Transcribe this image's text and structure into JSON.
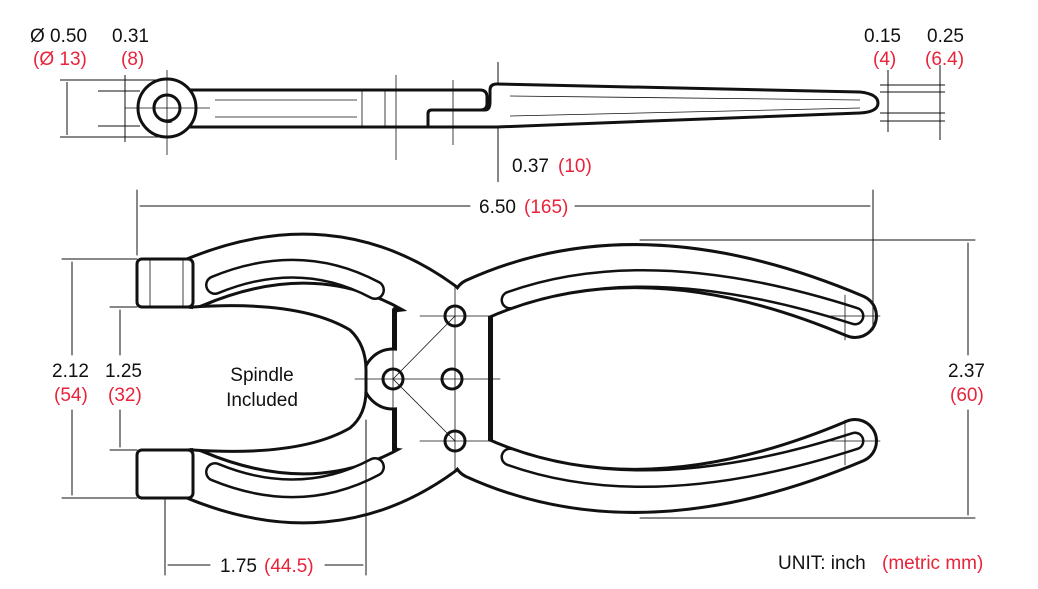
{
  "colors": {
    "ink": "#111111",
    "metric": "#e8233a"
  },
  "top_view": {
    "eye_diameter": {
      "inch": "Ø 0.50",
      "metric": "(Ø 13)"
    },
    "bar_thickness": {
      "inch": "0.31",
      "metric": "(8)"
    },
    "tip_thickness": {
      "inch": "0.15",
      "metric": "(4)"
    },
    "handle_thickness": {
      "inch": "0.25",
      "metric": "(6.4)"
    },
    "step_height": {
      "inch": "0.37",
      "metric": "(10)"
    }
  },
  "front_view": {
    "overall_length": {
      "inch": "6.50",
      "metric": "(165)"
    },
    "jaw_outer": {
      "inch": "2.12",
      "metric": "(54)"
    },
    "jaw_opening": {
      "inch": "1.25",
      "metric": "(32)"
    },
    "handle_span": {
      "inch": "2.37",
      "metric": "(60)"
    },
    "jaw_depth": {
      "inch": "1.75",
      "metric": "(44.5)"
    },
    "note_line1": "Spindle",
    "note_line2": "Included"
  },
  "unit": {
    "label": "UNIT: inch",
    "metric": "(metric mm)"
  }
}
